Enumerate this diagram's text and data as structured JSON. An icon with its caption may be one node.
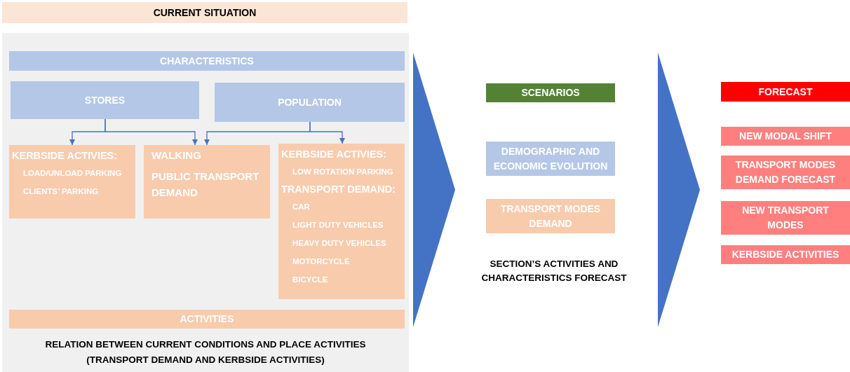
{
  "diagram": {
    "nodes": [
      {
        "text": [
          "CURRENT SITUATION"
        ]
      },
      {
        "text": [
          "RELATION BETWEEN CURRENT CONDITIONS AND PLACE ACTIVITIES (TRANSPORT DEMAND AND KERBSIDE ACTIVITIES)"
        ]
      },
      {
        "text": [
          "CHARACTERISTICS"
        ],
        "in": 1
      },
      {
        "text": [
          "STORES"
        ],
        "in": 1
      },
      {
        "text": [
          "POPULATION"
        ],
        "in": 1
      },
      {
        "text": [
          "KERBSIDE ACTIVIES:",
          "LOAD/UNLOAD PARKING",
          "CLIENTS’ PARKING"
        ],
        "in": 1
      },
      {
        "text": [
          "WALKING",
          "PUBLIC TRANSPORT DEMAND"
        ],
        "in": 1
      },
      {
        "text": [
          "KERBSIDE ACTIVIES:",
          "LOW ROTATION PARKING",
          "TRANSPORT DEMAND:",
          "CAR",
          "LIGHT DUTY VEHICLES",
          "HEAVY DUTY VEHICLES",
          "MOTORCYCLE",
          "BICYCLE"
        ],
        "in": 1
      },
      {
        "text": [
          "ACTIVITIES"
        ],
        "in": 1
      },
      {
        "text": [],
        "shape": "triangle"
      },
      {
        "text": [
          "SCENARIOS"
        ]
      },
      {
        "text": [
          "DEMOGRAPHIC AND ECONOMIC EVOLUTION"
        ]
      },
      {
        "text": [
          "TRANSPORT MODES DEMAND"
        ]
      },
      {
        "text": [],
        "shape": "triangle"
      },
      {
        "text": [
          "FORECAST"
        ]
      },
      {
        "text": [
          "NEW MODAL SHIFT"
        ]
      },
      {
        "text": [
          "TRANSPORT MODES DEMAND FORECAST"
        ]
      },
      {
        "text": [
          "NEW TRANSPORT MODES"
        ]
      },
      {
        "text": [
          "KERBSIDE ACTIVITIES"
        ]
      }
    ],
    "edges": [
      {
        "from": 3,
        "to": 5,
        "arrow": "to"
      },
      {
        "from": 3,
        "to": 6,
        "arrow": "to"
      },
      {
        "from": 4,
        "to": 6,
        "arrow": "to"
      },
      {
        "from": 4,
        "to": 7,
        "arrow": "to"
      }
    ],
    "labels": [
      "SECTION’S ACTIVITIES AND CHARACTERISTICS FORECAST"
    ]
  }
}
